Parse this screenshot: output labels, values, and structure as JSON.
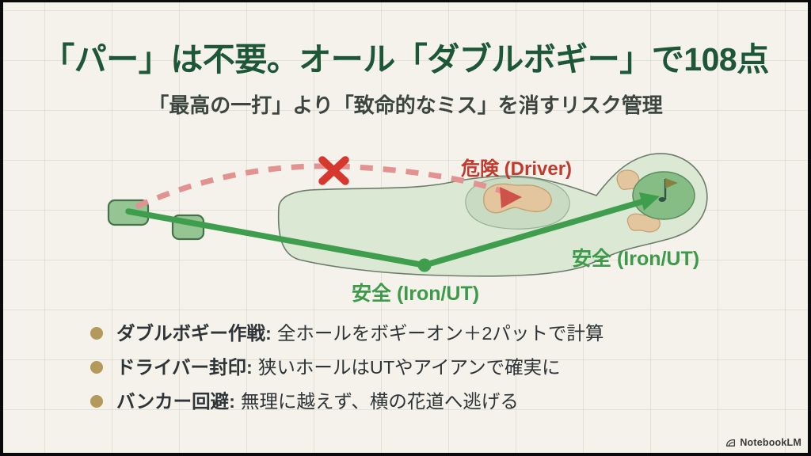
{
  "slide": {
    "title": "「パー」は不要。オール「ダブルボギー」で108点",
    "subtitle": "「最高の一打」より「致命的なミス」を消すリスク管理"
  },
  "diagram": {
    "danger_label": "危険 (Driver)",
    "safe_label_mid": "安全 (Iron/UT)",
    "safe_label_right": "安全 (Iron/UT)",
    "colors": {
      "danger_red": "#d6382e",
      "dashed_red": "#e39292",
      "safe_green": "#3f9e4d",
      "fairway_fill": "#dbe8d3",
      "rough_fill": "#c9dcc3",
      "sand_fill": "#e4c69e",
      "putting_green_fill": "#85bd85",
      "tee_fill": "#94c593",
      "bullet_gold": "#b5995b",
      "title_green": "#1d5738"
    }
  },
  "bullets": [
    {
      "label": "ダブルボギー作戦:",
      "text": "全ホールをボギーオン＋2パットで計算"
    },
    {
      "label": "ドライバー封印:",
      "text": "狭いホールはUTやアイアンで確実に"
    },
    {
      "label": "バンカー回避:",
      "text": "無理に越えず、横の花道へ逃げる"
    }
  ],
  "footer": {
    "brand": "NotebookLM"
  }
}
